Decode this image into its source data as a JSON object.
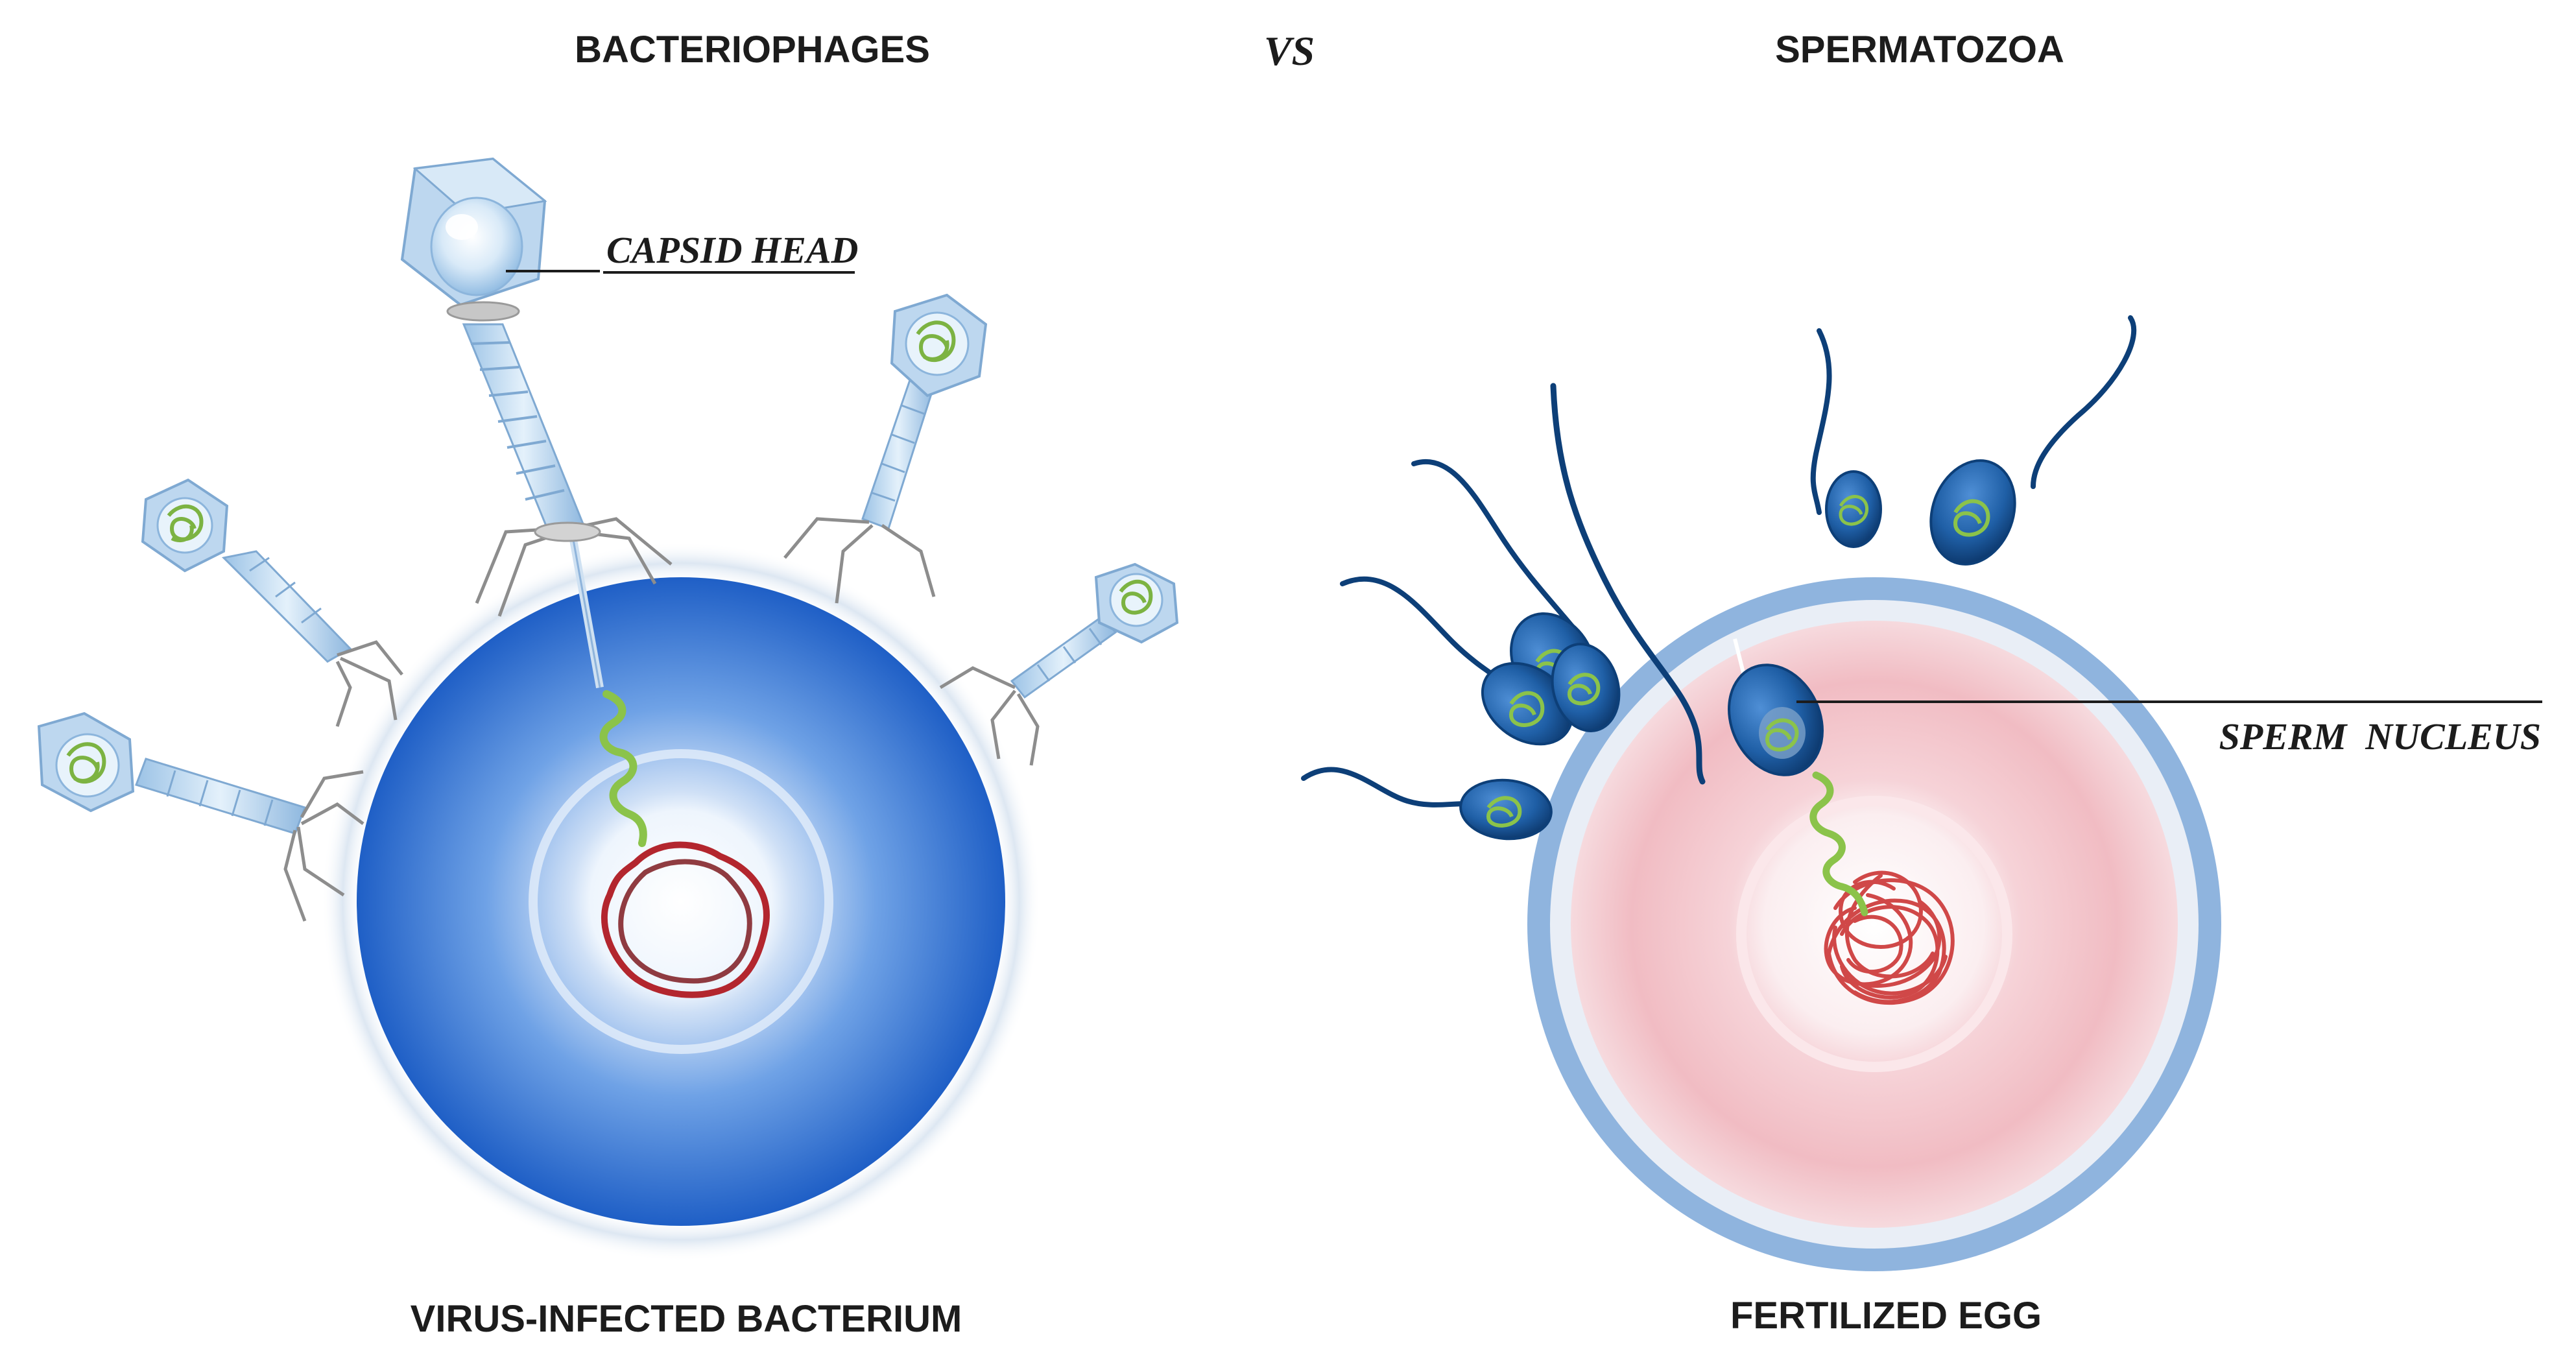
{
  "header": {
    "left_title": "BACTERIOPHAGES",
    "separator": "VS",
    "right_title": "SPERMATOZOA"
  },
  "left_panel": {
    "callout_label": "CAPSID HEAD",
    "caption": "VIRUS-INFECTED BACTERIUM"
  },
  "right_panel": {
    "callout_label": "SPERM  NUCLEUS",
    "caption": "FERTILIZED EGG"
  },
  "colors": {
    "bacterium_blue": "#2f6fd0",
    "phage_pale_blue": "#b9d6ee",
    "dna_green": "#8bc34a",
    "dna_red": "#b3262e",
    "egg_pink": "#f3c7cc",
    "egg_membrane_blue": "#8fb4de",
    "sperm_dark_blue": "#0d3f78"
  }
}
